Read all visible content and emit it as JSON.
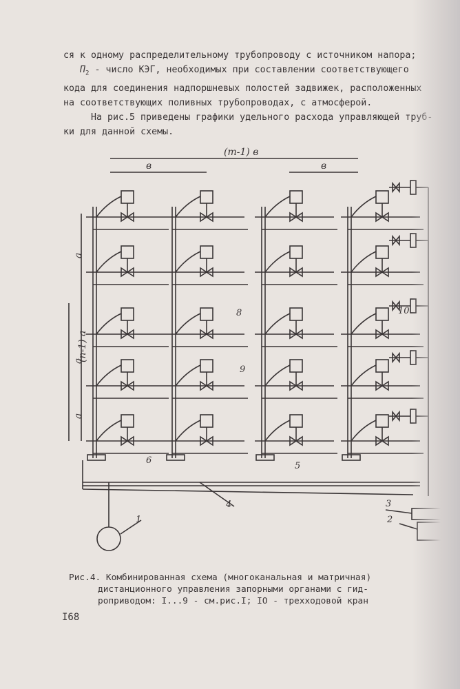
{
  "body_text": {
    "line1": "ся к одному распределительному трубопроводу с источником напора;",
    "line2_symbol": "П",
    "line2_sub": "2",
    "line2": " - число КЭГ, необходимых при составлении соответствующего",
    "line3": "кода для соединения надпоршневых полостей задвижек, расположенных",
    "line4": "на соответствующих поливных трубопроводах, с атмосферой.",
    "line5": "На рис.5 приведены графики удельного расхода управляющей трубки для данной схемы."
  },
  "para2": {
    "a": "На рис.5 приведены графики удельного расхода управляющей труб-",
    "b": "ки для данной схемы."
  },
  "diagram": {
    "dim_top": "(m-1) в",
    "dim_b1": "в",
    "dim_b2": "в",
    "dim_a": "а",
    "dim_n": "(n-1) а",
    "callouts": [
      "1",
      "2",
      "3",
      "4",
      "5",
      "6",
      "8",
      "9",
      "10"
    ]
  },
  "caption": {
    "line1": "Рис.4. Комбинированная схема (многоканальная и матричная)",
    "line2": "дистанционного управления запорными органами с гид-",
    "line3": "роприводом: I...9 - см.рис.I; IO - трехходовой кран"
  },
  "page_number": "I68"
}
